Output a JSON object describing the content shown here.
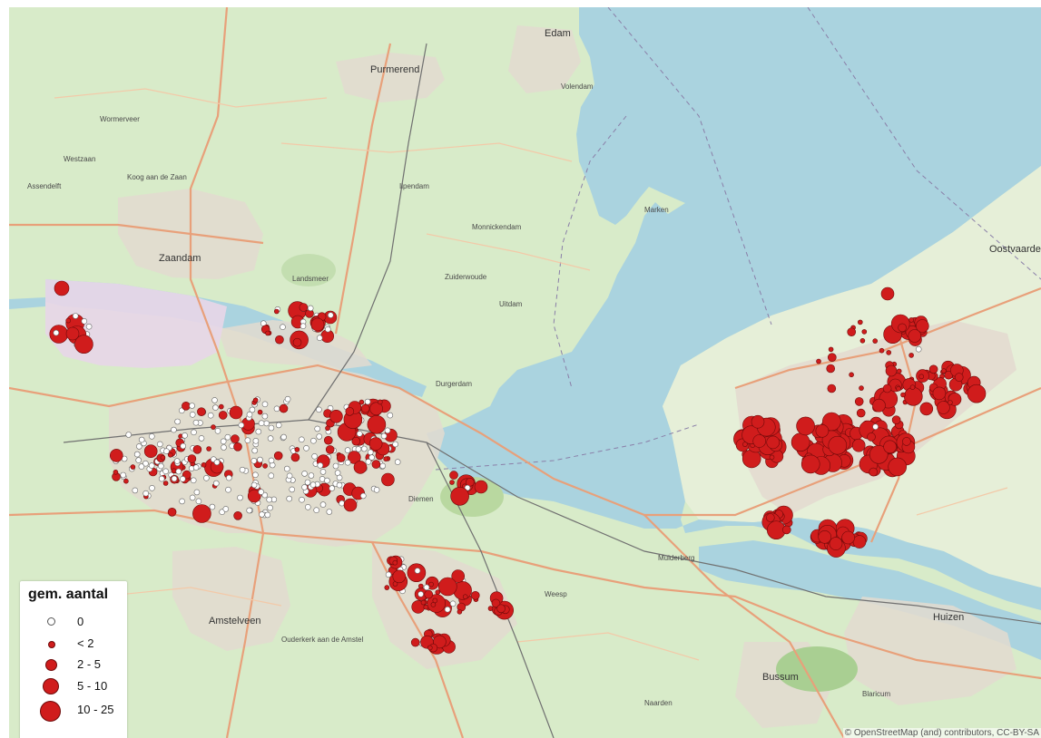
{
  "map": {
    "colors": {
      "water": "#aad3df",
      "land": "#d8ebc9",
      "urban": "#e3dad0",
      "industrial": "#e8d6e8",
      "road": "#e8a07a",
      "dot_fill": "#d01c1c",
      "dot_stroke": "#6e0a0a",
      "empty_dot": "#ffffff"
    },
    "labels": {
      "edam": "Edam",
      "purmerend": "Purmerend",
      "volendam": "Volendam",
      "zaandam": "Zaandam",
      "monnickendam": "Monnickendam",
      "marken": "Marken",
      "landsmeer": "Landsmeer",
      "wormerveer": "Wormerveer",
      "koog": "Koog aan de Zaan",
      "amstelveen": "Amstelveen",
      "weesp": "Weesp",
      "muiderberg": "Muiderberg",
      "huizen": "Huizen",
      "bussum": "Bussum",
      "oostvaarders": "Oostvaarders",
      "westzaan": "Westzaan",
      "assendelft": "Assendelft",
      "ilpendam": "Ilpendam",
      "uitdam": "Uitdam",
      "durgerdam": "Durgerdam",
      "zuiderwoude": "Zuiderwoude",
      "ouderkerk": "Ouderkerk aan de Amstel",
      "diemen": "Diemen",
      "blaricum": "Blaricum",
      "naarden": "Naarden"
    },
    "icon": "map-background"
  },
  "legend": {
    "title": "gem. aantal",
    "classes": [
      {
        "label": "0",
        "symbol": "white-dot-icon"
      },
      {
        "label": "< 2",
        "symbol": "tiny-red-dot-icon"
      },
      {
        "label": "2 - 5",
        "symbol": "small-red-dot-icon"
      },
      {
        "label": "5 - 10",
        "symbol": "medium-red-dot-icon"
      },
      {
        "label": "10 - 25",
        "symbol": "large-red-dot-icon"
      }
    ]
  },
  "attribution": "© OpenStreetMap (and) contributors, CC-BY-SA"
}
